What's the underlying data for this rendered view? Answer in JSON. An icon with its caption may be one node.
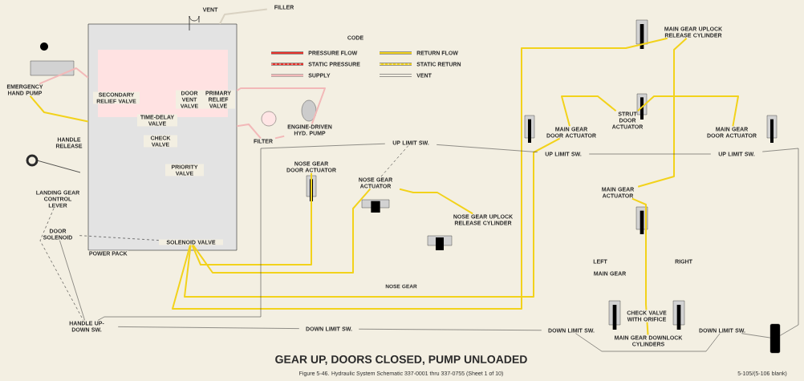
{
  "diagram": {
    "title": "GEAR UP, DOORS CLOSED, PUMP UNLOADED",
    "caption": "Figure 5-46. Hydraulic System Schematic 337-0001 thru 337-0755 (Sheet 1 of 10)",
    "nodes": [
      {
        "text": [
          "POWER PACK"
        ]
      },
      {
        "text": [
          "SECONDARY RELIEF VALVE"
        ],
        "in": 0
      },
      {
        "text": [
          "TIME-DELAY VALVE"
        ],
        "in": 0
      },
      {
        "text": [
          "DOOR VENT VALVE"
        ],
        "in": 0
      },
      {
        "text": [
          "PRIMARY RELIEF VALVE"
        ],
        "in": 0
      },
      {
        "text": [
          "CHECK VALVE"
        ],
        "in": 0
      },
      {
        "text": [
          "PRIORITY VALVE"
        ],
        "in": 0
      },
      {
        "text": [
          "SOLENOID VALVE"
        ],
        "in": 0
      },
      {
        "text": [
          "EMERGENCY HAND PUMP"
        ]
      },
      {
        "text": [
          "LANDING GEAR CONTROL LEVER"
        ]
      },
      {
        "text": [
          "DOOR SOLENOID"
        ]
      },
      {
        "text": [
          "HANDLE UP-DOWN SW."
        ]
      },
      {
        "text": [
          "FILLER"
        ]
      },
      {
        "text": [
          "FILTER"
        ]
      },
      {
        "text": [
          "ENGINE-DRIVEN HYD. PUMP"
        ]
      },
      {
        "text": [
          "NOSE GEAR DOOR ACTUATOR"
        ]
      },
      {
        "text": [
          "NOSE GEAR ACTUATOR"
        ]
      },
      {
        "text": [
          "NOSE GEAR UPLOCK RELEASE CYLINDER"
        ]
      },
      {
        "text": [
          "UP LIMIT SW."
        ]
      },
      {
        "text": [
          "DOWN LIMIT SW."
        ]
      },
      {
        "text": [
          "MAIN GEAR UPLOCK RELEASE CYLINDER"
        ]
      },
      {
        "text": [
          "STRUT DOOR ACTUATOR"
        ]
      },
      {
        "text": [
          "MAIN GEAR DOOR ACTUATOR"
        ]
      },
      {
        "text": [
          "MAIN GEAR DOOR ACTUATOR"
        ]
      },
      {
        "text": [
          "UP LIMIT SW."
        ]
      },
      {
        "text": [
          "UP LIMIT SW."
        ]
      },
      {
        "text": [
          "MAIN GEAR ACTUATOR"
        ]
      },
      {
        "text": [
          "MAIN GEAR DOWNLOCK CYLINDERS"
        ]
      },
      {
        "text": [
          "CHECK VALVE WITH ORIFICE"
        ]
      },
      {
        "text": [
          "DOWN LIMIT SW."
        ]
      },
      {
        "text": [
          "DOWN LIMIT SW."
        ]
      },
      {
        "text": [],
        "shape": "box"
      }
    ],
    "edges": [
      {
        "from": 8,
        "to": 0,
        "arrow": "none",
        "color": "#f2d21b"
      },
      {
        "from": 8,
        "to": 0,
        "arrow": "none",
        "color": "#f2b8b8"
      },
      {
        "from": 0,
        "to": 13,
        "arrow": "none",
        "color": "#f2b8b8"
      },
      {
        "from": 13,
        "to": 14,
        "arrow": "none",
        "color": "#f2b8b8"
      },
      {
        "from": 14,
        "to": 0,
        "arrow": "none",
        "color": "#f2b8b8"
      },
      {
        "from": 12,
        "to": 0,
        "arrow": "none",
        "color": "#d9d2c2"
      },
      {
        "from": 7,
        "to": 15,
        "arrow": "none",
        "color": "#f2d21b"
      },
      {
        "from": 7,
        "to": 16,
        "arrow": "none",
        "color": "#f2d21b"
      },
      {
        "from": 16,
        "to": 17,
        "arrow": "none",
        "color": "#f2d21b"
      },
      {
        "from": 7,
        "to": 22,
        "arrow": "none",
        "color": "#f2d21b"
      },
      {
        "from": 7,
        "to": 20,
        "arrow": "none",
        "color": "#f2d21b"
      },
      {
        "from": 20,
        "to": 26,
        "arrow": "none",
        "color": "#f2d21b"
      },
      {
        "from": 21,
        "to": 22,
        "arrow": "none",
        "color": "#f2d21b"
      },
      {
        "from": 21,
        "to": 23,
        "arrow": "none",
        "color": "#f2d21b"
      },
      {
        "from": 26,
        "to": 28,
        "arrow": "none",
        "color": "#f2d21b"
      },
      {
        "from": 28,
        "to": 27,
        "arrow": "none",
        "color": "#f2d21b"
      },
      {
        "from": 9,
        "to": 11,
        "arrow": "none",
        "style": "dashed"
      },
      {
        "from": 10,
        "to": 11,
        "arrow": "none"
      },
      {
        "from": 10,
        "to": 7,
        "arrow": "none",
        "style": "dashed"
      },
      {
        "from": 11,
        "to": 18,
        "arrow": "none"
      },
      {
        "from": 18,
        "to": 24,
        "arrow": "none"
      },
      {
        "from": 24,
        "to": 25,
        "arrow": "none"
      },
      {
        "from": 25,
        "to": 31,
        "arrow": "none"
      },
      {
        "from": 11,
        "to": 19,
        "arrow": "none"
      },
      {
        "from": 19,
        "to": 29,
        "arrow": "none"
      },
      {
        "from": 29,
        "to": 30,
        "arrow": "none"
      },
      {
        "from": 30,
        "to": 31,
        "arrow": "none"
      },
      {
        "from": 18,
        "to": 16,
        "arrow": "none",
        "style": "dashed"
      }
    ],
    "labels": [
      "HANDLE RELEASE",
      "VENT",
      "CODE",
      "NOSE GEAR",
      "LEFT",
      "MAIN GEAR",
      "RIGHT",
      "5-105/(5-106 blank)"
    ],
    "legend": [
      {
        "text": "PRESSURE FLOW"
      },
      {
        "text": "STATIC PRESSURE"
      },
      {
        "text": "SUPPLY"
      },
      {
        "text": "RETURN FLOW"
      },
      {
        "text": "STATIC RETURN"
      },
      {
        "text": "VENT"
      }
    ]
  }
}
